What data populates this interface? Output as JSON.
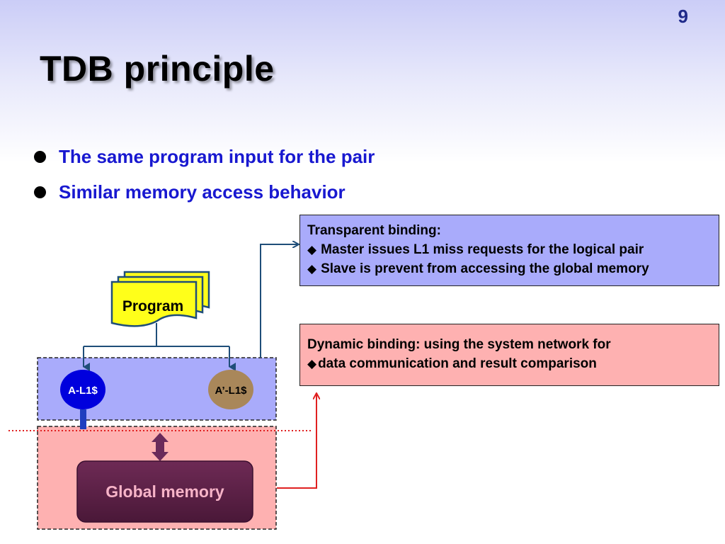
{
  "slide": {
    "number": "9",
    "title": "TDB principle"
  },
  "bullets": [
    {
      "text": "The same program input for the pair"
    },
    {
      "text": "Similar memory access behavior"
    }
  ],
  "diagram": {
    "program_label": "Program",
    "cache_a_label": "A-L1$",
    "cache_b_label": "A’-L1$",
    "global_memory_label": "Global memory"
  },
  "notes": {
    "transparent": {
      "heading": "Transparent binding:",
      "items": [
        "Master issues L1 miss requests for  the logical pair",
        "Slave is prevent from accessing the global memory"
      ]
    },
    "dynamic": {
      "heading": "Dynamic binding:  using the system network for",
      "items": [
        "data communication and result comparison"
      ]
    }
  },
  "colors": {
    "title": "#000000",
    "bullet_text": "#1818d0",
    "cache_region": "#a9abfb",
    "memory_region": "#feb1b1",
    "cache_a": "#0000dd",
    "cache_b": "#a9875a",
    "global_memory": "#5a1e44",
    "program": "#ffff1a"
  }
}
